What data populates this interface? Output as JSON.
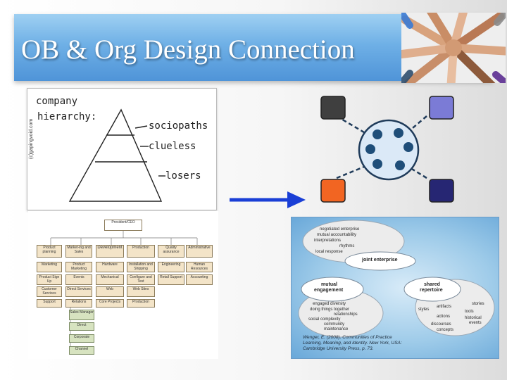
{
  "slide": {
    "title": "OB & Org Design Connection"
  },
  "cartoon": {
    "heading_line1": "company",
    "heading_line2": "hierarchy:",
    "labels": [
      "sociopaths",
      "clueless",
      "losers"
    ],
    "credit": "(c)gapingvoid.com"
  },
  "org_chart": {
    "top": "President/CEO",
    "row1": [
      "Product planning",
      "Market-ing and Sales",
      "Development",
      "Production",
      "Quality assurance",
      "Administrative"
    ],
    "row2": [
      "Marketing",
      "Product Marketing",
      "Hardware",
      "Installation and Shipping",
      "Engineering",
      "Human Resources"
    ],
    "row3": [
      "Product Sign Up",
      "Events",
      "Mechanical",
      "Configure and Test",
      "Retail Support",
      "Accounting"
    ],
    "row4": [
      "Customer Services",
      "Direct Services",
      "Web",
      "Web Sites",
      "",
      ""
    ],
    "row5": [
      "Support",
      "Relations",
      "Core Projects",
      "Production",
      "",
      ""
    ],
    "sub": [
      "Sales Manager",
      "Direct",
      "Corporate",
      "Channel"
    ]
  },
  "network": {
    "colors": {
      "top_left": "#3f3f3f",
      "top_right": "#7b7bd6",
      "bottom_left": "#f26522",
      "bottom_right": "#262673",
      "dots": "#1f4e79",
      "center_fill": "#dbe9f7",
      "line": "#1f3b5a"
    }
  },
  "arrow": {
    "color": "#1a3fd6"
  },
  "wenger": {
    "top_cluster": [
      "negotiated enterprise",
      "mutual accountability",
      "interpretations",
      "rhythms",
      "local response"
    ],
    "joint_enterprise": "joint enterprise",
    "mutual_engagement_line1": "mutual",
    "mutual_engagement_line2": "engagement",
    "shared_repertoire_line1": "shared",
    "shared_repertoire_line2": "repertoire",
    "left_cluster": [
      "engaged diversity",
      "doing things together",
      "relationships",
      "social complexity",
      "community",
      "maintenance"
    ],
    "right_cluster": [
      "stories",
      "styles",
      "artifacts",
      "tools",
      "actions",
      "historical",
      "events",
      "discourses",
      "concepts"
    ],
    "citation_line1": "Wenger, E. (2008). Communities of Practice",
    "citation_line2": "Learning, Meaning, and Identity. New York, USA:",
    "citation_line3": "Cambridge University Press, p. 73."
  }
}
